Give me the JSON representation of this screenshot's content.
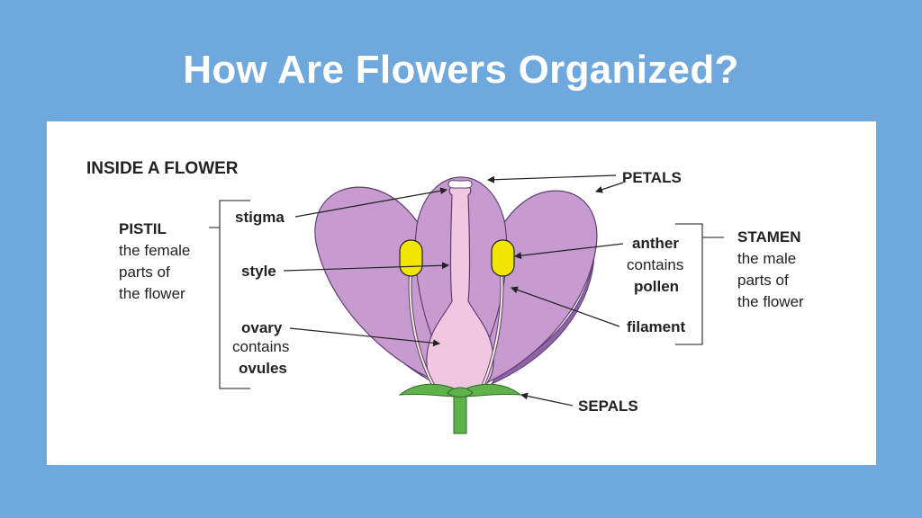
{
  "slide": {
    "title": "How Are Flowers Organized?"
  },
  "diagram": {
    "heading": "INSIDE A FLOWER",
    "pistil": {
      "name": "PISTIL",
      "description": [
        "the female",
        "parts of",
        "the flower"
      ],
      "parts": {
        "stigma": "stigma",
        "style": "style",
        "ovary": "ovary",
        "ovary_sub": "contains",
        "ovary_sub2": "ovules"
      }
    },
    "stamen": {
      "name": "STAMEN",
      "description": [
        "the male",
        "parts of",
        "the flower"
      ],
      "parts": {
        "anther": "anther",
        "anther_sub": "contains",
        "anther_sub2": "pollen",
        "filament": "filament"
      }
    },
    "petals": "PETALS",
    "sepals": "SEPALS",
    "colors": {
      "background": "#6fa8dc",
      "petal": "#c79ad0",
      "petal_shadow": "#8e63a8",
      "ovary": "#f1c6e0",
      "anther": "#f2e600",
      "sepal": "#5fb14a"
    }
  }
}
